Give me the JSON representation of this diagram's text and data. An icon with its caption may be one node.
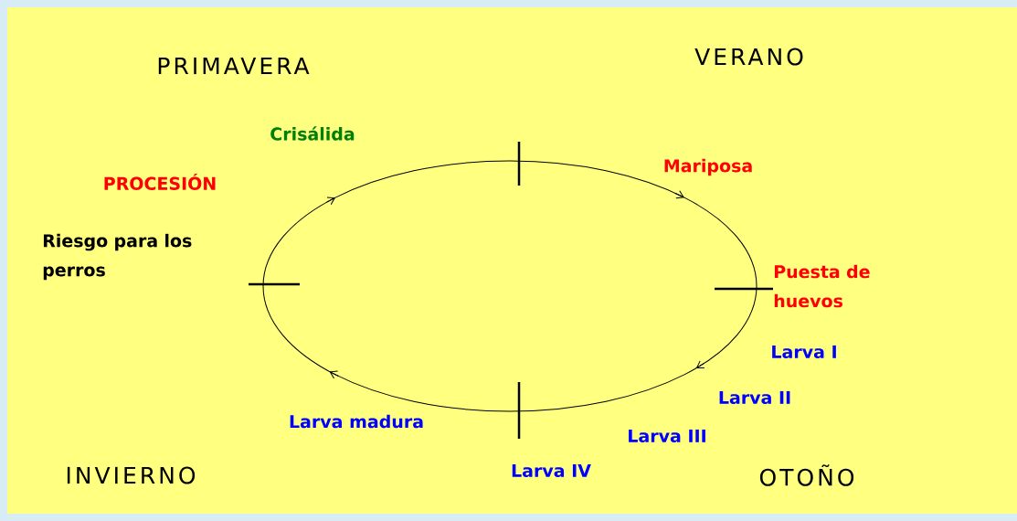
{
  "diagram": {
    "labels": [
      "PRIMAVERA",
      "VERANO",
      "Crisálida",
      "PROCESIÓN",
      "Mariposa",
      "Riesgo para los perros",
      "Puesta de huevos",
      "Larva I",
      "Larva II",
      "Larva madura",
      "Larva III",
      "Larva IV",
      "INVIERNO",
      "OTOÑO"
    ]
  }
}
